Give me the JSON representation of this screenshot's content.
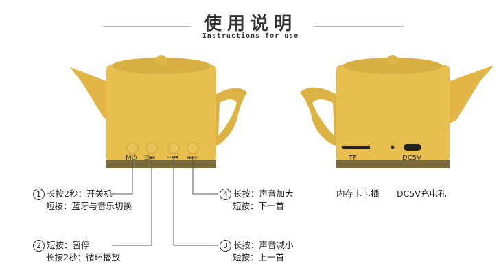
{
  "header": {
    "title": "使用说明",
    "subtitle": "Instructions for use"
  },
  "front_buttons": [
    "M⏻",
    "⊡⏯",
    "−⏮",
    "⏭+"
  ],
  "back_labels": {
    "tf": "TF",
    "dc": "DC5V"
  },
  "instructions": [
    {
      "num": "1",
      "lines": [
        "长按2秒：开关机",
        "短按：蓝牙与音乐切换"
      ]
    },
    {
      "num": "2",
      "lines": [
        "短按：暂停",
        "长按2秒：循环播放"
      ]
    },
    {
      "num": "3",
      "lines": [
        "长按：声音减小",
        "短按：上一首"
      ]
    },
    {
      "num": "4",
      "lines": [
        "长按：声音加大",
        "短按：下一首"
      ]
    }
  ],
  "ports": {
    "tf_slot": "内存卡卡插",
    "dc_port": "DC5V充电孔"
  },
  "colors": {
    "body": "#E8BE4E",
    "base": "#7a6a3a"
  }
}
